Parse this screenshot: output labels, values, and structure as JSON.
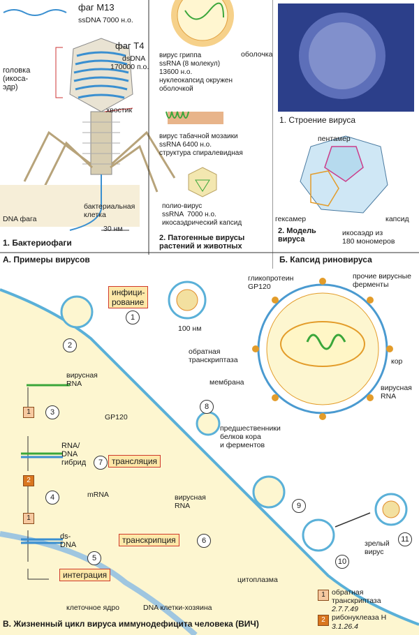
{
  "panelA": {
    "m13_name": "фаг M13",
    "m13_info": "ssDNA 7000 н.о.",
    "t4_name": "фаг T4",
    "t4_info1": "dsDNA",
    "t4_info2": "170000 п.о.",
    "head_label": "головка\n(икоса-\nэдр)",
    "tail_label": "хвостик",
    "phage_dna": "DNA фага",
    "bacterial_cell": "бактериальная\nклетка",
    "scale": "30 нм",
    "caption1": "1. Бактериофаги",
    "flu_label": "вирус гриппа\nssRNA (8 молекул)\n13600 н.о.\nнуклеокапсид окружен\nоболочкой",
    "envelope": "оболочка",
    "tmv_label": "вирус табачной мозаики\nssRNA 6400 н.о.\nструктура спиралевидная",
    "polio_label": "полио-вирус\nssRNA  7000 н.о.\nикосаэдрический капсид",
    "caption2": "2. Патогенные вирусы\nрастений и животных",
    "section_title": "А. Примеры вирусов"
  },
  "panelB": {
    "caption1": "1. Строение вируса",
    "pentamer": "пентамер",
    "hexamer": "гексамер",
    "capsid": "капсид",
    "caption2": "2. Модель\nвируса",
    "icosa": "икосаэдр из\n180 мономеров",
    "section_title": "Б. Капсид риновируса"
  },
  "panelC": {
    "infection": "инфици-\nрование",
    "scale": "100 нм",
    "viral_rna": "вирусная\nRNA",
    "rna_dna": "RNA/\nDNA\nгибрид",
    "ds_dna": "ds-\nDNA",
    "integration": "интеграция",
    "gp120": "GP120",
    "translation": "трансляция",
    "mrna": "mRNA",
    "viral_rna2": "вирусная\nRNA",
    "transcription": "транскрипция",
    "nucleus": "клеточное ядро",
    "host_dna": "DNA клетки-хозяина",
    "cytoplasm": "цитоплазма",
    "precursors": "предшественники\nбелков кора\nи ферментов",
    "glyco": "гликопротеин\nGP120",
    "enzymes": "прочие вирусные\nферменты",
    "rt": "обратная\nтранскриптаза",
    "core": "кор",
    "membrane": "мембрана",
    "viral_rna3": "вирусная\nRNA",
    "mature": "зрелый\nвирус",
    "legend1_num": "1",
    "legend1": "обратная\nтранскриптаза",
    "legend1_ec": "2.7.7.49",
    "legend2_num": "2",
    "legend2": "рибонуклеаза Н",
    "legend2_ec": "3.1.26.4",
    "section_title": "В. Жизненный цикл вируса иммунодефицита человека (ВИЧ)",
    "steps": [
      "1",
      "2",
      "3",
      "4",
      "5",
      "6",
      "7",
      "8",
      "9",
      "10",
      "11"
    ],
    "enzyme_marks": [
      "1",
      "2",
      "1"
    ]
  },
  "colors": {
    "cell": "#fdf6d0",
    "membrane": "#5ab0d8",
    "rna": "#3aa63a",
    "dna": "#3a8fd0",
    "capsid": "#2e6f9e",
    "envelope": "#f2c46c"
  }
}
